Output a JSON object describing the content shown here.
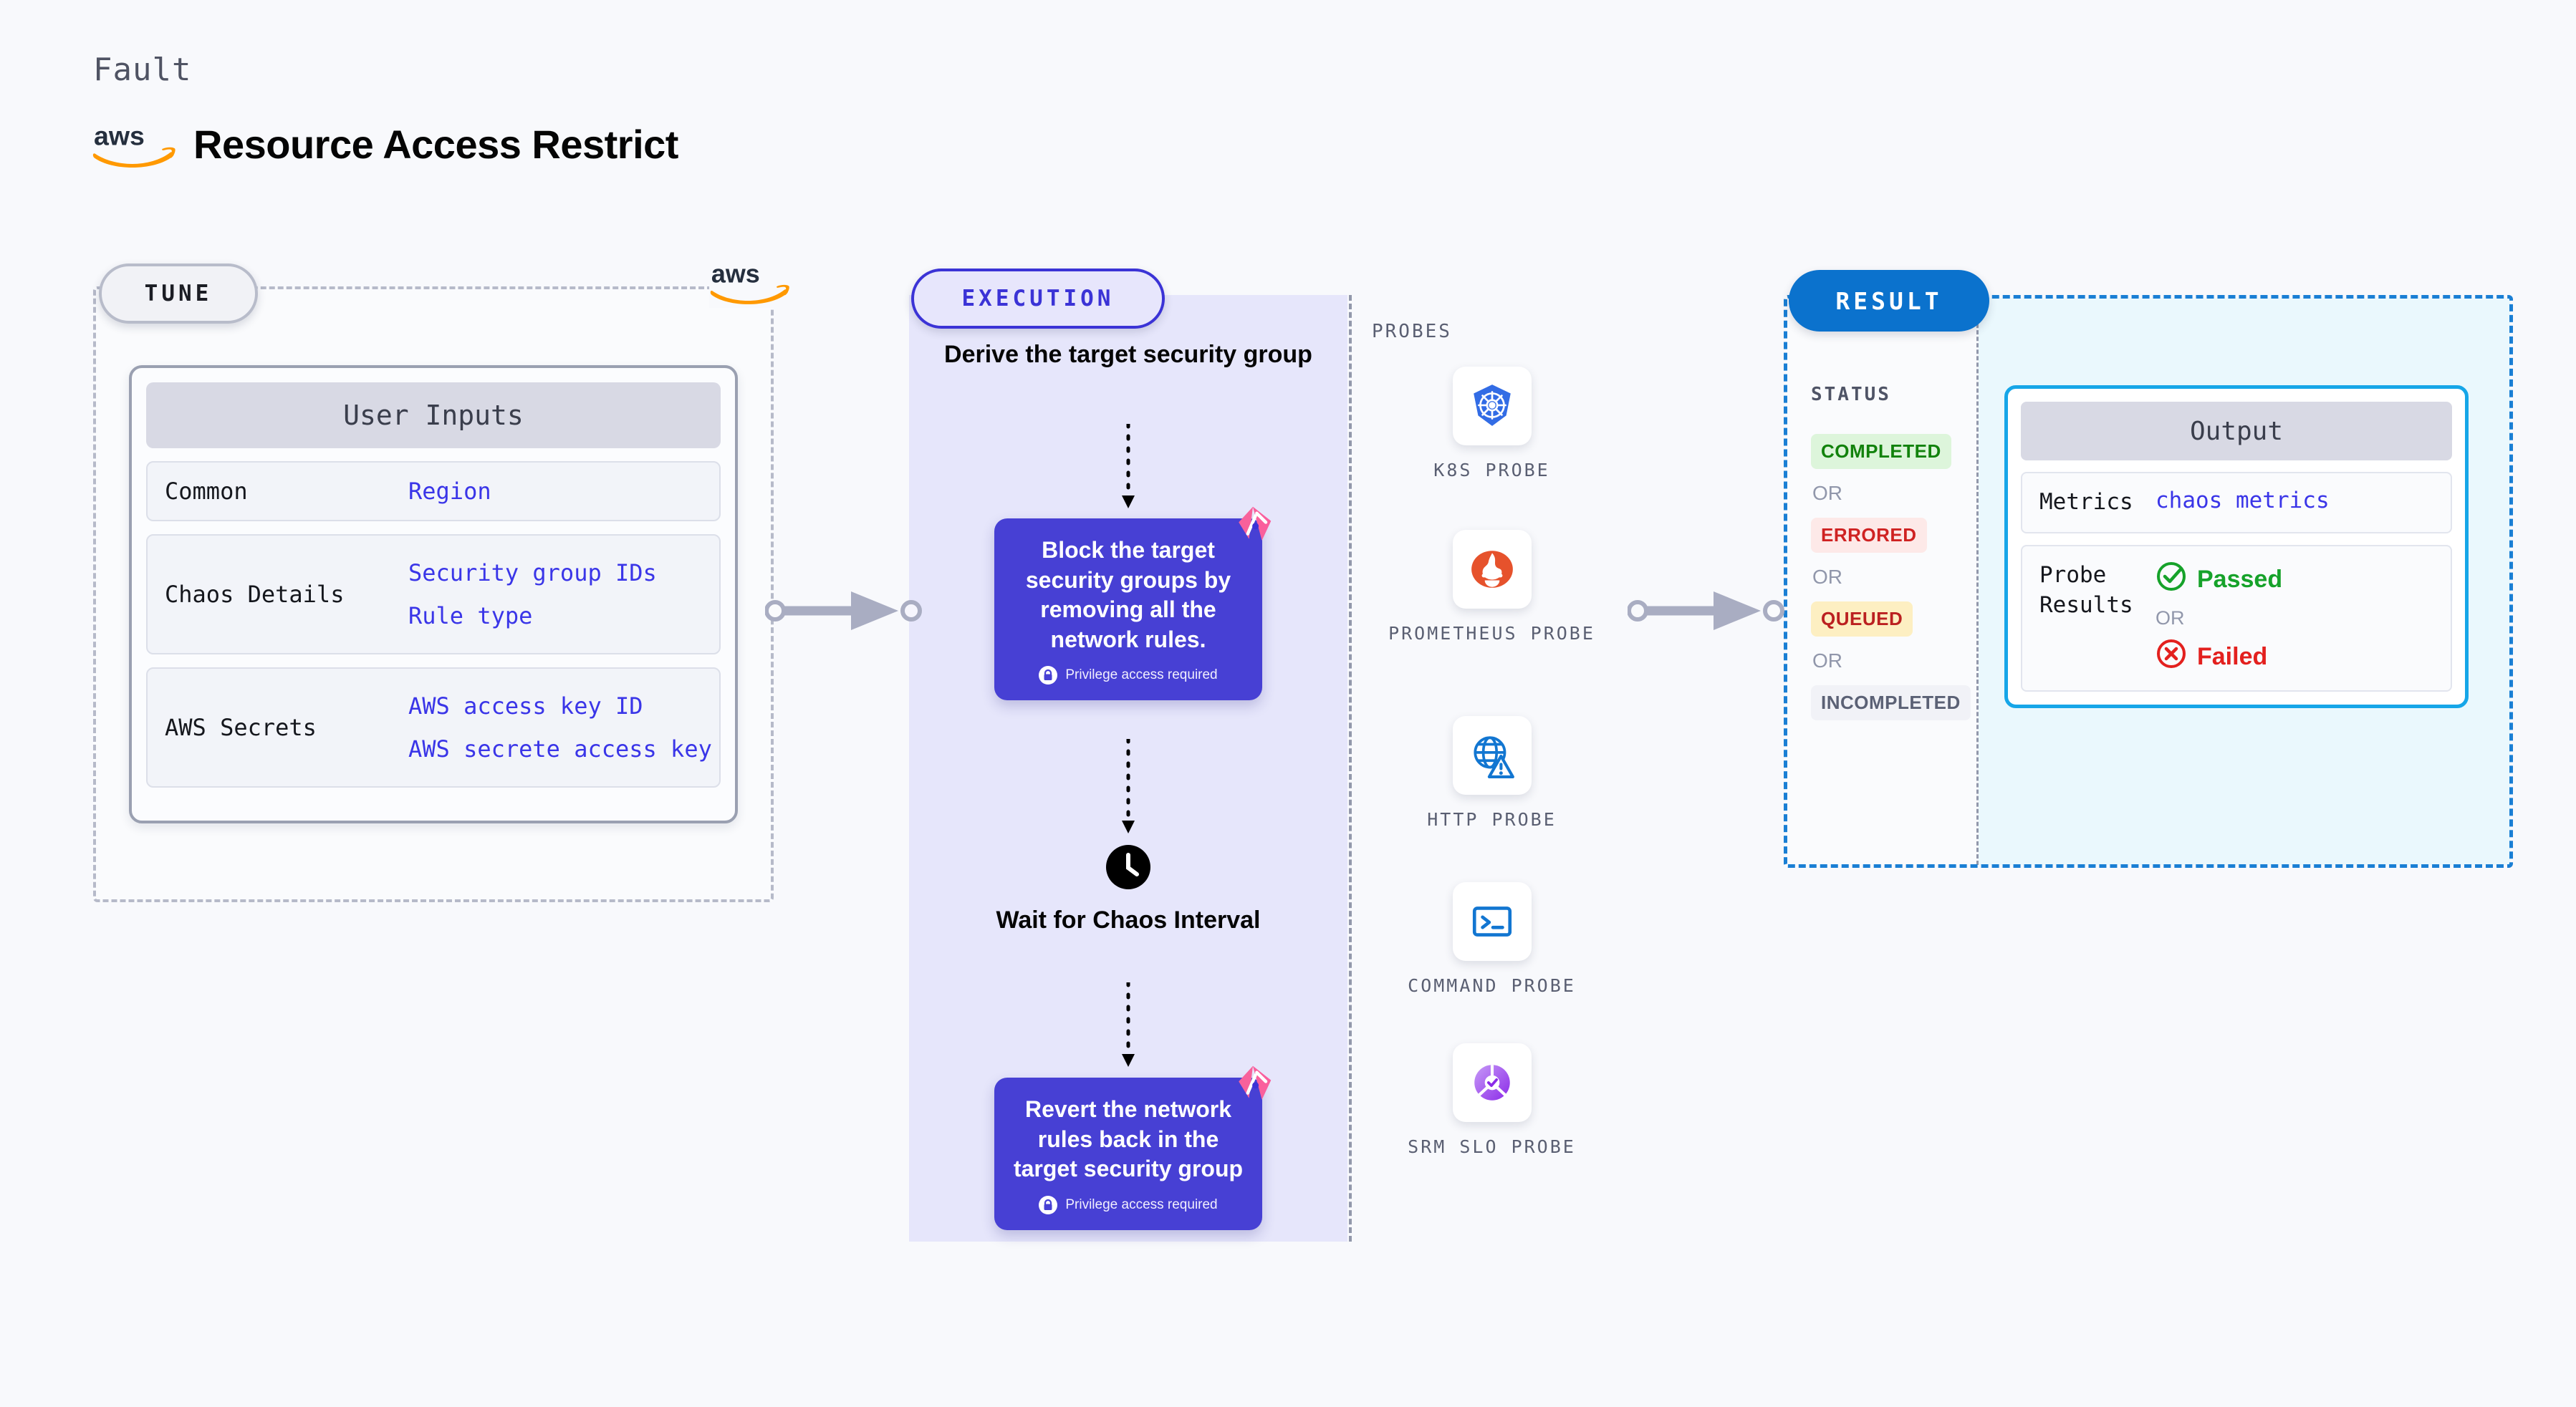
{
  "header": {
    "eyebrow": "Fault",
    "logo_icon": "aws-logo",
    "title": "Resource Access Restrict"
  },
  "tune": {
    "pill_label": "TUNE",
    "badge_icon": "aws-logo",
    "card_title": "User Inputs",
    "rows": [
      {
        "label": "Common",
        "values": [
          "Region"
        ]
      },
      {
        "label": "Chaos Details",
        "values": [
          "Security group IDs",
          "Rule type"
        ]
      },
      {
        "label": "AWS Secrets",
        "values": [
          "AWS access key ID",
          "AWS secrete access key"
        ]
      }
    ]
  },
  "execution": {
    "pill_label": "EXECUTION",
    "flow": {
      "step1_text": "Derive the target security group",
      "step2_text": "Block the target security groups by removing all the network rules.",
      "step2_privilege": "Privilege access required",
      "wait_text": "Wait for Chaos Interval",
      "wait_icon": "clock-icon",
      "step3_text": "Revert the network rules back in the target security group",
      "step3_privilege": "Privilege access required",
      "fault_icon": "harness-fault-icon",
      "lock_icon": "lock-icon"
    },
    "probes_label": "PROBES",
    "probes": [
      {
        "name": "K8S PROBE",
        "icon": "kubernetes-icon"
      },
      {
        "name": "PROMETHEUS PROBE",
        "icon": "prometheus-icon"
      },
      {
        "name": "HTTP PROBE",
        "icon": "http-globe-warning-icon"
      },
      {
        "name": "COMMAND PROBE",
        "icon": "terminal-icon"
      },
      {
        "name": "SRM SLO PROBE",
        "icon": "srm-slo-icon"
      }
    ]
  },
  "result": {
    "pill_label": "RESULT",
    "status_label": "STATUS",
    "or_label": "OR",
    "statuses": [
      {
        "label": "COMPLETED",
        "bg": "#ddf5db",
        "fg": "#12820c"
      },
      {
        "label": "ERRORED",
        "bg": "#fde9e8",
        "fg": "#cf2222"
      },
      {
        "label": "QUEUED",
        "bg": "#fdefc2",
        "fg": "#bb2020"
      },
      {
        "label": "INCOMPLETED",
        "bg": "#f1f2f7",
        "fg": "#5b6175"
      }
    ],
    "output": {
      "title": "Output",
      "metrics_label": "Metrics",
      "metrics_value": "chaos metrics",
      "probe_results_label": "Probe Results",
      "passed_label": "Passed",
      "passed_icon": "check-circle-icon",
      "failed_label": "Failed",
      "failed_icon": "x-circle-icon",
      "or_label": "OR"
    }
  },
  "colors": {
    "page_bg": "#f8f9fc",
    "tune_border": "#b6bac9",
    "execution_border": "#3b33d6",
    "execution_bg": "#e6e6fb",
    "result_border": "#1a7fd4",
    "result_bg": "#eaf8fd",
    "step_card": "#4740d4",
    "output_border": "#16a6e8",
    "accent_blue_text": "#3a35e8",
    "connector": "#a9adc2",
    "passed": "#16a22a",
    "failed": "#e3201e"
  }
}
